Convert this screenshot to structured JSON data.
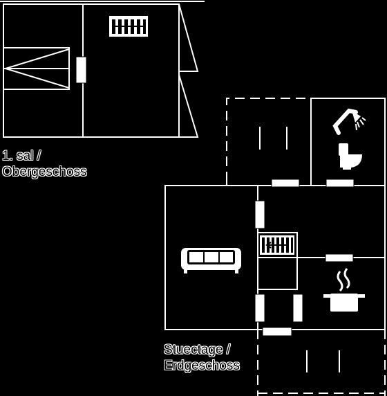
{
  "floors": {
    "upper": {
      "line1": "1. sal /",
      "line2": "Obergeschoss"
    },
    "ground": {
      "line1": "Stuectage /",
      "line2": "Erdgeschoss"
    }
  },
  "icons": [
    "staircase-icon",
    "shower-icon",
    "toilet-icon",
    "sofa-icon",
    "cooking-pot-icon",
    "door-marker"
  ]
}
